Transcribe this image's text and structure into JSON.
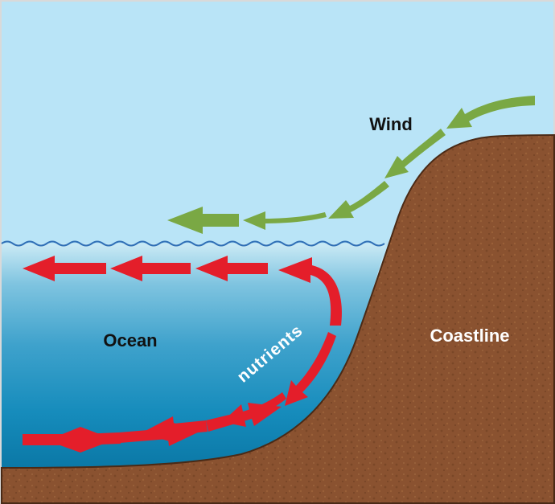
{
  "labels": {
    "wind": "Wind",
    "ocean": "Ocean",
    "coastline": "Coastline",
    "nutrients": "nutrients"
  },
  "colors": {
    "sky": "#b9e4f7",
    "water_surface": "#c6e8f3",
    "water_deep": "#0d86b4",
    "land": "#8a5230",
    "land_outline": "#4a2a16",
    "surface_line": "#2f6fb6",
    "wind_arrow": "#7aa844",
    "current_arrow": "#e41e2a",
    "frame": "#d9d9d9",
    "text_dark": "#111111",
    "text_light": "#ffffff"
  }
}
